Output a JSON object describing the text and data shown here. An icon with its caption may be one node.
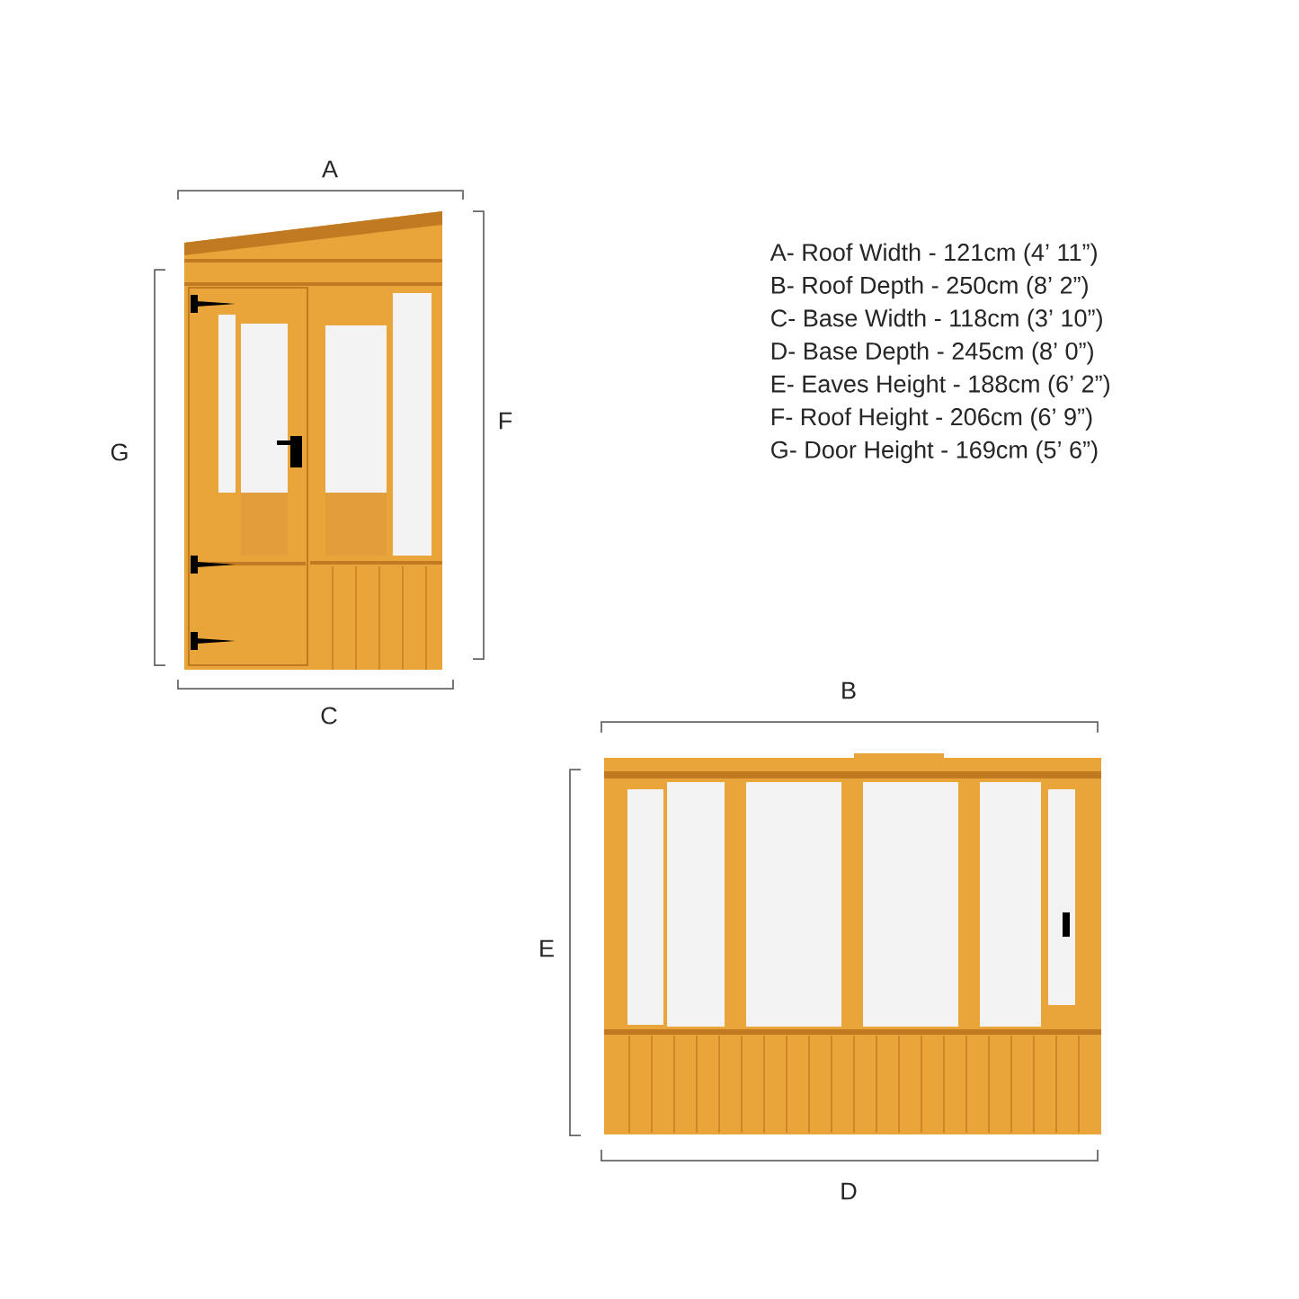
{
  "diagram": {
    "labels": [
      "A",
      "A- Roof Width - 121cm (4’ 11”)",
      "B- Roof Depth - 250cm (8’ 2”)",
      "C- Base Width - 118cm (3’ 10”)",
      "D- Base Depth - 245cm (8’ 0”)",
      "E- Eaves Height - 188cm (6’ 2”)",
      "F- Roof Height - 206cm (6’ 9”)",
      "G- Door Height - 169cm (5’ 6”)",
      "F",
      "G",
      "C",
      "B",
      "E",
      "D"
    ]
  }
}
